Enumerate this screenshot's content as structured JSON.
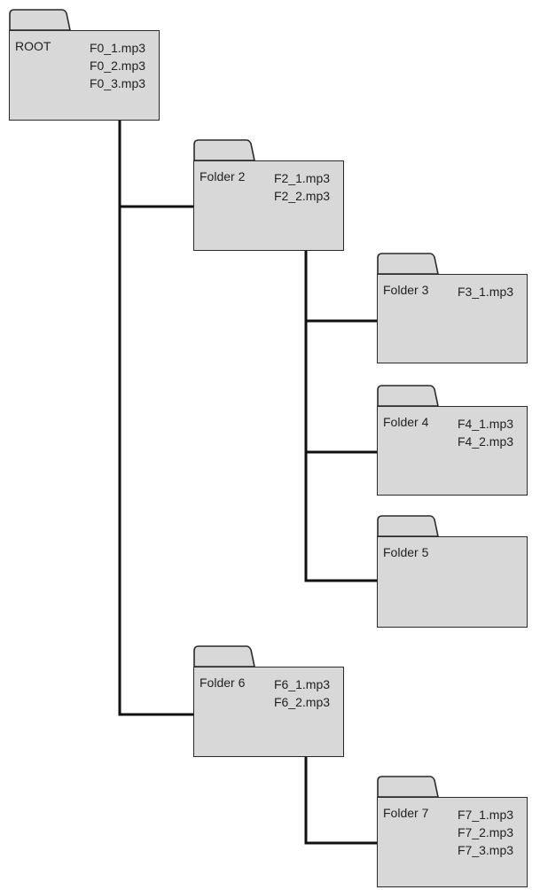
{
  "folders": [
    {
      "name": "ROOT",
      "files": [
        "F0_1.mp3",
        "F0_2.mp3",
        "F0_3.mp3"
      ]
    },
    {
      "name": "Folder 2",
      "files": [
        "F2_1.mp3",
        "F2_2.mp3"
      ]
    },
    {
      "name": "Folder 3",
      "files": [
        "F3_1.mp3"
      ]
    },
    {
      "name": "Folder 4",
      "files": [
        "F4_1.mp3",
        "F4_2.mp3"
      ]
    },
    {
      "name": "Folder 5",
      "files": []
    },
    {
      "name": "Folder 6",
      "files": [
        "F6_1.mp3",
        "F6_2.mp3"
      ]
    },
    {
      "name": "Folder 7",
      "files": [
        "F7_1.mp3",
        "F7_2.mp3",
        "F7_3.mp3"
      ]
    }
  ],
  "colors": {
    "folder_fill": "#d8d8d8",
    "folder_stroke": "#2a2a2a",
    "connector": "#111111"
  }
}
